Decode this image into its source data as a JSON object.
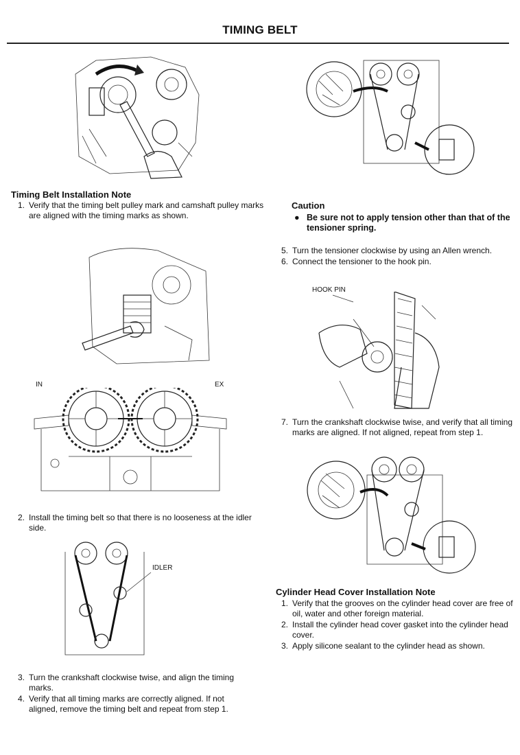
{
  "header": {
    "title": "TIMING BELT"
  },
  "section1": {
    "title": "Timing Belt Installation Note",
    "steps": [
      {
        "num": "1.",
        "text": "Verify that the timing belt pulley mark and camshaft pulley marks are aligned with the timing marks as shown."
      },
      {
        "num": "2.",
        "text": "Install the timing belt so that there is no looseness at the idler side."
      },
      {
        "num": "3.",
        "text": "Turn the crankshaft clockwise twise, and align the timing marks."
      },
      {
        "num": "4.",
        "text": "Verify that all timing marks are correctly aligned. If not aligned, remove the timing belt and repeat from step 1."
      },
      {
        "num": "5.",
        "text": "Turn the tensioner clockwise by using an Allen wrench."
      },
      {
        "num": "6.",
        "text": "Connect the tensioner to the hook pin."
      },
      {
        "num": "7.",
        "text": "Turn the crankshaft clockwise twise, and verify that all timing marks are aligned. If not aligned, repeat from step 1."
      }
    ]
  },
  "caution": {
    "title": "Caution",
    "item": "Be sure not to apply tension other than that of the tensioner spring."
  },
  "section2": {
    "title": "Cylinder Head Cover Installation Note",
    "steps": [
      {
        "num": "1.",
        "text": "Verify that the grooves on the cylinder head cover are free of oil, water and other foreign material."
      },
      {
        "num": "2.",
        "text": "Install the cylinder head cover gasket into the cylinder head cover."
      },
      {
        "num": "3.",
        "text": "Apply silicone sealant to the cylinder head as shown."
      }
    ]
  },
  "figure_labels": {
    "in": "IN",
    "ex": "EX",
    "idler": "IDLER",
    "hook_pin": "HOOK PIN"
  }
}
